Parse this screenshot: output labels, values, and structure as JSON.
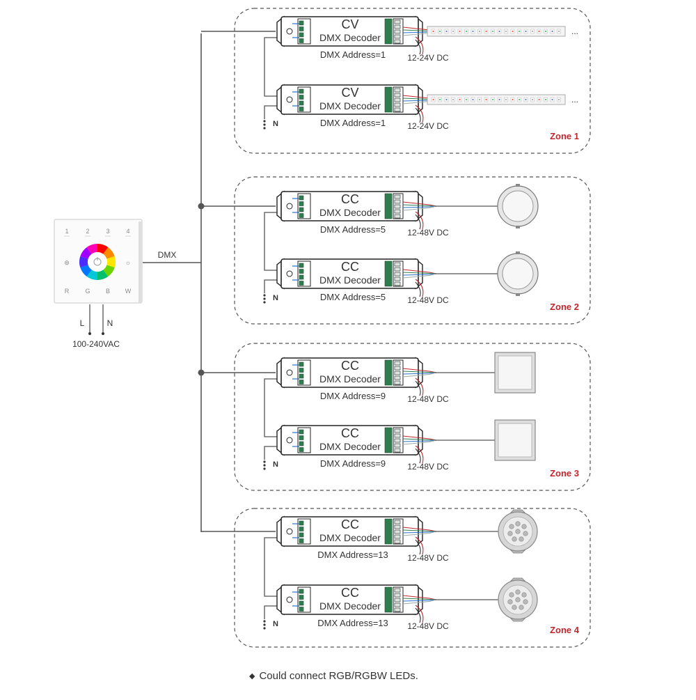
{
  "controller": {
    "button_labels": [
      "1",
      "2",
      "3",
      "4"
    ],
    "channel_labels": [
      "R",
      "G",
      "B",
      "W"
    ],
    "power_inputs": [
      "L",
      "N"
    ],
    "supply_label": "100-240VAC",
    "bus_label": "DMX",
    "icons": [
      "zone-button-icons",
      "color-wheel-icon",
      "power-icon",
      "brightness-icon"
    ]
  },
  "zones": [
    {
      "name": "Zone 1",
      "load": "led-strip",
      "decoders": [
        {
          "type": "CV",
          "label": "DMX Decoder",
          "address": "DMX Address=1",
          "voltage": "12-24V DC"
        },
        {
          "type": "CV",
          "label": "DMX Decoder",
          "address": "DMX Address=1",
          "voltage": "12-24V DC"
        }
      ]
    },
    {
      "name": "Zone 2",
      "load": "round-panel-light",
      "decoders": [
        {
          "type": "CC",
          "label": "DMX Decoder",
          "address": "DMX Address=5",
          "voltage": "12-48V DC"
        },
        {
          "type": "CC",
          "label": "DMX Decoder",
          "address": "DMX Address=5",
          "voltage": "12-48V DC"
        }
      ]
    },
    {
      "name": "Zone 3",
      "load": "square-panel-light",
      "decoders": [
        {
          "type": "CC",
          "label": "DMX Decoder",
          "address": "DMX Address=9",
          "voltage": "12-48V DC"
        },
        {
          "type": "CC",
          "label": "DMX Decoder",
          "address": "DMX Address=9",
          "voltage": "12-48V DC"
        }
      ]
    },
    {
      "name": "Zone 4",
      "load": "downlight",
      "decoders": [
        {
          "type": "CC",
          "label": "DMX Decoder",
          "address": "DMX Address=13",
          "voltage": "12-48V DC"
        },
        {
          "type": "CC",
          "label": "DMX Decoder",
          "address": "DMX Address=13",
          "voltage": "12-48V DC"
        }
      ]
    }
  ],
  "chain_end_label": "N",
  "strip_continuation": "...",
  "note": "Could connect RGB/RGBW LEDs.",
  "colors": {
    "zone_label": "#c0272d",
    "line": "#555555",
    "terminal_green": "#2e7d4f",
    "wire_colors": [
      "#c0272d",
      "#2e7d4f",
      "#2a6fc9",
      "#e8e8e8"
    ]
  }
}
